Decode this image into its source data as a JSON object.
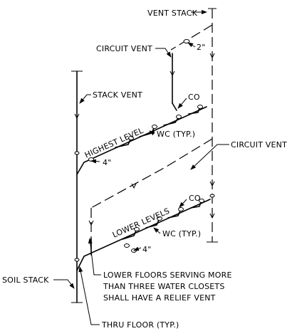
{
  "labels": {
    "vent_stack": "VENT STACK",
    "circuit_vent_top": "CIRCUIT VENT",
    "size_2in": "2\"",
    "stack_vent": "STACK VENT",
    "co_upper": "CO",
    "highest_level": "HIGHEST LEVEL",
    "wc_typ_upper": "WC (TYP.)",
    "size_4in_upper": "4\"",
    "circuit_vent_mid": "CIRCUIT VENT",
    "co_lower": "CO",
    "lower_levels": "LOWER LEVELS",
    "wc_typ_lower": "WC (TYP.)",
    "size_4in_lower": "4\"",
    "soil_stack": "SOIL STACK",
    "note_line1": "LOWER FLOORS SERVING MORE",
    "note_line2": "THAN THREE WATER CLOSETS",
    "note_line3": "SHALL HAVE A RELIEF VENT",
    "thru_floor": "THRU FLOOR (TYP.)"
  },
  "colors": {
    "line": "#000000",
    "background": "#ffffff"
  }
}
